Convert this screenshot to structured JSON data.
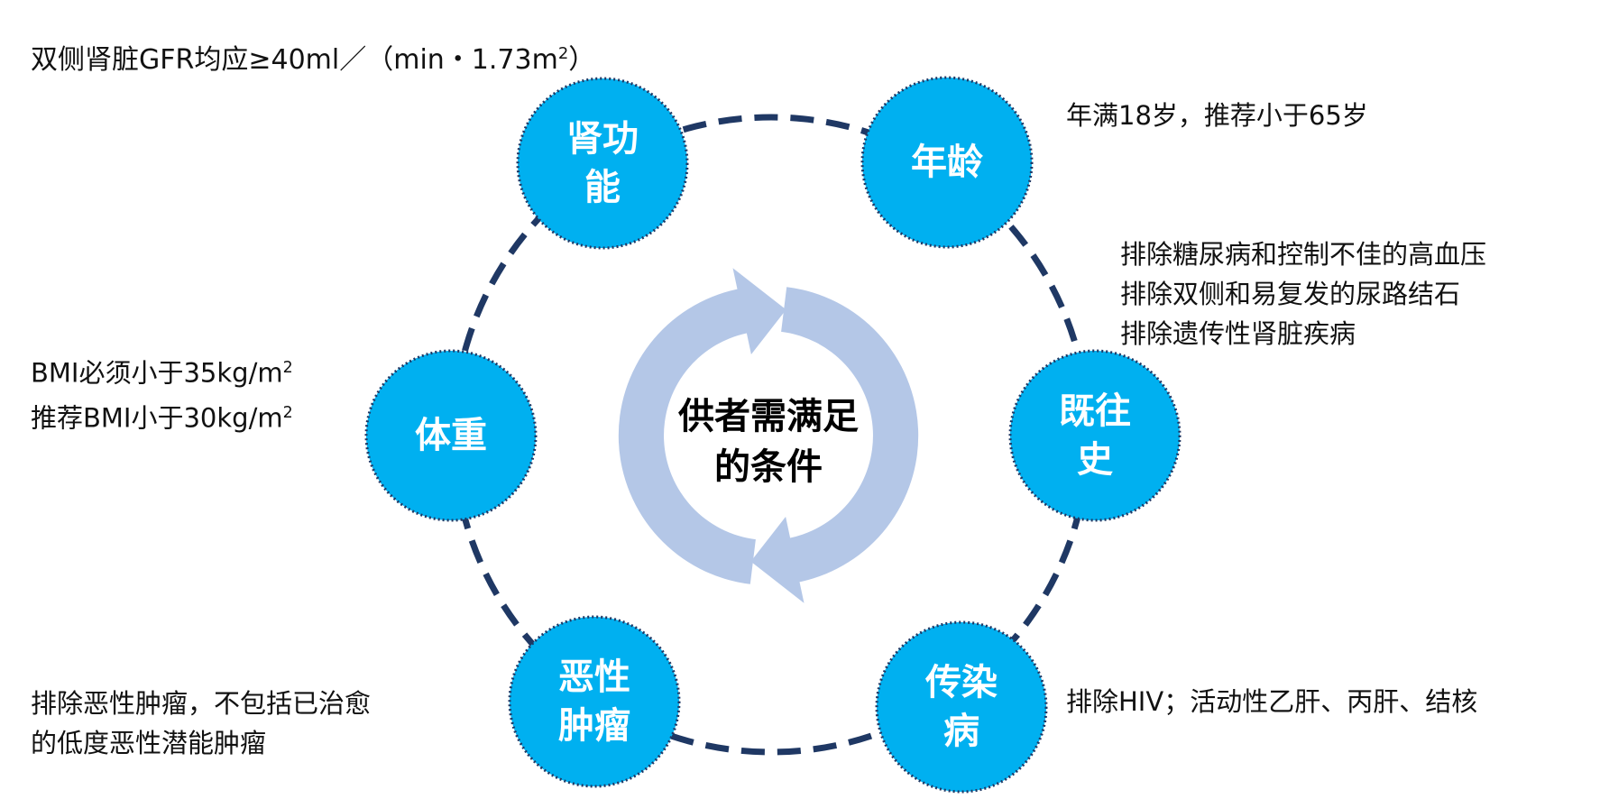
{
  "title_note": {
    "text": "双侧肾脏GFR均应≥40ml／（min・1.73m",
    "sup": "2",
    "close": "）"
  },
  "center": {
    "line1": "供者需满足",
    "line2": "的条件"
  },
  "nodes": [
    {
      "id": "kidney",
      "line1": "肾功",
      "line2": "能"
    },
    {
      "id": "age",
      "line1": "年龄",
      "line2": ""
    },
    {
      "id": "history",
      "line1": "既往",
      "line2": "史"
    },
    {
      "id": "infection",
      "line1": "传染",
      "line2": "病"
    },
    {
      "id": "tumor",
      "line1": "恶性",
      "line2": "肿瘤"
    },
    {
      "id": "weight",
      "line1": "体重",
      "line2": ""
    }
  ],
  "notes": {
    "age": "年满18岁，推荐小于65岁",
    "history": [
      "排除糖尿病和控制不佳的高血压",
      "排除双侧和易复发的尿路结石",
      "排除遗传性肾脏疾病"
    ],
    "weight": {
      "line1": "BMI必须小于35kg/m",
      "line2": "推荐BMI小于30kg/m",
      "sup": "2"
    },
    "tumor": [
      "排除恶性肿瘤，不包括已治愈",
      "的低度恶性潜能肿瘤"
    ],
    "infection": "排除HIV；活动性乙肝、丙肝、结核"
  },
  "colors": {
    "node": "#00b0f0",
    "ring": "#1f3864",
    "arrows": "#b4c7e7"
  }
}
